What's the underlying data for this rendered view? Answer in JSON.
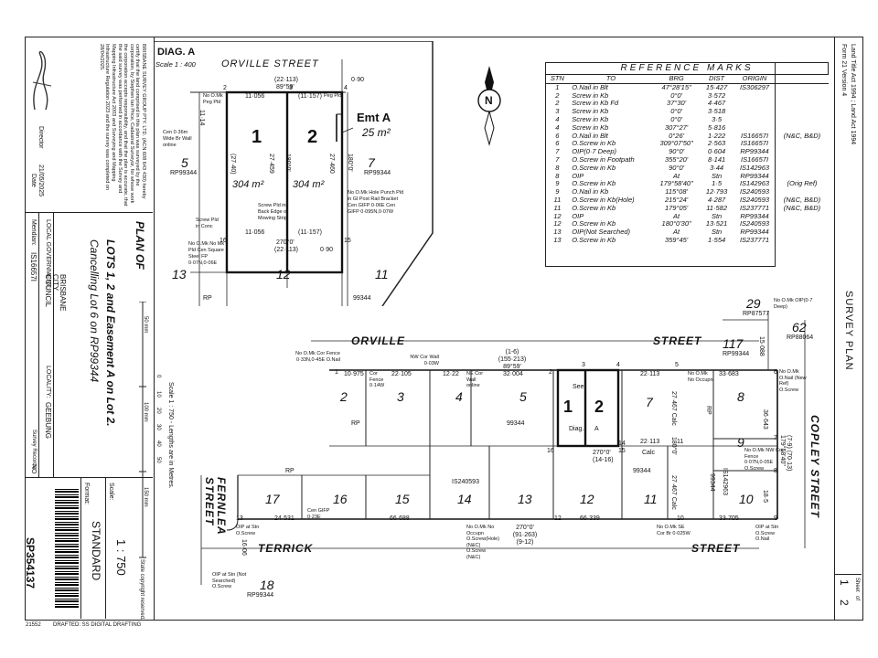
{
  "header_strip": {
    "act": "Land Title Act 1994 ; Land Act 1994",
    "form": "Form 21 Version 4",
    "sheet_label": "Sheet",
    "sheet_of": "of",
    "sheet_no": "1",
    "sheet_total": "2",
    "survey_plan": "SURVEY PLAN"
  },
  "certificate": {
    "text": "BRISBANE SURVEY GROUP PTY. LTD. (ACN 608 643 430) hereby certify that the land comprised in this plan was surveyed by the corporation, by Stephen Ian Price, Cadastral Surveyor, for whose work the corporation accepts responsibility, and that the plan is accurate, that the said survey was performed in accordance with the Survey and Mapping Infrastructure Act 2003 and Surveying and Mapping Infrastructure Regulation 2023 and the survey was completed on 28/04/2025.",
    "director_label": "Director",
    "date": "21/05/2025",
    "date_label": "Date"
  },
  "plan_title": {
    "plan_of": "PLAN OF",
    "lots": "LOTS 1, 2 and Easement A on Lot 2.",
    "cancelling": "Cancelling Lot 6 on RP99344",
    "local_govt_label": "LOCAL GOVERNMENT:",
    "local_govt": "BRISBANE CITY COUNCIL",
    "locality_label": "LOCALITY:",
    "locality": "GEEBUNG",
    "meridian_label": "Meridian:",
    "meridian": "IS16657I",
    "survey_records_label": "Survey Records:",
    "survey_records": "NO",
    "scale_label": "Scale:",
    "scale": "1 : 750",
    "format_label": "Format:",
    "format": "STANDARD",
    "plan_number": "SP354137",
    "copyright": "State copyright reserved.",
    "scale_note": "Scale 1 : 750 - Lengths are in Metres.",
    "footer_code": "21552",
    "drafted": "DRAFTED: SS DIGITAL DRAFTING"
  },
  "diag": {
    "title": "DIAG. A",
    "scale": "Scale 1 : 400",
    "street": "ORVILLE     STREET",
    "lot1": "1",
    "lot2": "2",
    "emt": "Emt A",
    "emt_area": "25 m²",
    "area1": "304 m²",
    "area2": "304 m²",
    "lot5": "5",
    "lot5_rp": "RP99344",
    "lot7": "7",
    "lot7_rp": "RP99344",
    "lot13": "13",
    "lot12": "12",
    "lot11": "11",
    "rp": "RP",
    "rp99344": "99344",
    "top_len": "(22·113)",
    "top_brg": "89°59'",
    "bot_len": "(22·113)",
    "bot_brg": "270°0'",
    "l1_top": "11·056",
    "l2_top": "(11·157)",
    "l1_bot": "11·056",
    "l2_bot": "(11·157)",
    "side1": "27·459",
    "side2": "180°0'",
    "side3": "27·460",
    "side4": "180°0'",
    "pt2": "2",
    "pt3": "3",
    "pt4": "4",
    "pt16": "16",
    "pt15": "15",
    "d090a": "0·90",
    "d090b": "0·90",
    "wall_note": "Cen 0·36m Wide Br Wall online",
    "len_1114": "11·14",
    "nomk_peg": "No O.Mk Peg Pld",
    "peg_pld": "Peg Pld",
    "screw_back": "Screw Pld in Back Edge of Mowing Strip",
    "screw_conc": "Screw Pld in Conc",
    "hole_punch": "No O.Mk Hole Punch Pld in Gl Post Rail Bracket Cen GIFP 0·06E Cen GIFP 0·095N,0·07W",
    "cen_square": "No O.Mk No Mk Pld Cen Square Steel FP 0·07N,0·06E",
    "mid_len": "(27·40)"
  },
  "north": "N",
  "ref_table": {
    "caption": "REFERENCE MARKS",
    "headers": [
      "STN",
      "TO",
      "BRG",
      "DIST",
      "ORIGIN",
      ""
    ],
    "rows": [
      [
        "1",
        "O.Nail in Blt",
        "47°28'15\"",
        "15·427",
        "IS306297",
        ""
      ],
      [
        "2",
        "Screw in Kb",
        "0°0'",
        "3·572",
        "",
        ""
      ],
      [
        "2",
        "Screw in Kb Fd",
        "37°30'",
        "4·467",
        "",
        ""
      ],
      [
        "3",
        "Screw in Kb",
        "0°0'",
        "3·518",
        "",
        ""
      ],
      [
        "4",
        "Screw in Kb",
        "0°0'",
        "3·5",
        "",
        ""
      ],
      [
        "4",
        "Screw in Kb",
        "307°27'",
        "5·816",
        "",
        ""
      ],
      [
        "6",
        "O.Nail in Blt",
        "0°26'",
        "1·222",
        "IS16657I",
        "(N&C, B&D)"
      ],
      [
        "6",
        "O.Screw in Kb",
        "309°07'50\"",
        "2·563",
        "IS16657I",
        ""
      ],
      [
        "7",
        "OIP(0·7 Deep)",
        "90°0'",
        "0·604",
        "RP99344",
        ""
      ],
      [
        "7",
        "O.Screw in Footpath",
        "355°20'",
        "8·141",
        "IS16657I",
        ""
      ],
      [
        "8",
        "O.Screw in Kb",
        "90°0'",
        "3·44",
        "IS142963",
        ""
      ],
      [
        "8",
        "OIP",
        "At",
        "Stn",
        "RP99344",
        ""
      ],
      [
        "9",
        "O.Screw in Kb",
        "179°58'40\"",
        "1·5",
        "IS142963",
        "(Orig Ref)"
      ],
      [
        "9",
        "O.Nail in Kb",
        "115°08'",
        "12·793",
        "IS240593",
        ""
      ],
      [
        "11",
        "O.Screw in Kb(Hole)",
        "215°24'",
        "4·287",
        "IS240593",
        "(N&C, B&D)"
      ],
      [
        "11",
        "O.Screw in Kb",
        "179°05'",
        "11·582",
        "IS237771",
        "(N&C, B&D)"
      ],
      [
        "12",
        "OIP",
        "At",
        "Stn",
        "RP99344",
        ""
      ],
      [
        "12",
        "O.Screw in Kb",
        "180°0'30\"",
        "13·521",
        "IS240593",
        ""
      ],
      [
        "13",
        "OIP(Not Searched)",
        "At",
        "Stn",
        "RP99344",
        ""
      ],
      [
        "13",
        "O.Screw in Kb",
        "359°45'",
        "1·554",
        "IS237771",
        ""
      ]
    ]
  },
  "main": {
    "orville": "ORVILLE",
    "street": "STREET",
    "copley": "COPLEY STREET",
    "fernlea": "FERNLEA STREET",
    "terrick": "TERRICK",
    "street2": "STREET",
    "lots_top": [
      "2",
      "3",
      "4",
      "5",
      "1",
      "2",
      "7",
      "8"
    ],
    "lots_bottom": [
      "17",
      "16",
      "15",
      "14",
      "13",
      "12",
      "11",
      "10"
    ],
    "lot9": "9",
    "lot29": "29",
    "lot29_rp": "RP87577",
    "lot62": "62",
    "lot62_rp": "RP88064",
    "lot117": "117",
    "lot117_rp": "RP99344",
    "lot18": "18",
    "lot18_rp": "RP99344",
    "rp99344": "99344",
    "rp": "RP",
    "is240593": "IS240593",
    "is142963": "IS142963",
    "see": "See",
    "diag": "Diag.",
    "a": "A",
    "top_dims": [
      "10·975",
      "22·105",
      "12·22",
      "32·004",
      "22·113",
      "33·683"
    ],
    "top_brg": "(1-6) (155·213) 89°59'",
    "bot_brg": "270°0' (14-16)",
    "bot_dims": [
      "24·531",
      "66·688",
      "66·339",
      "33·705"
    ],
    "bot_brg2": "270°0' (91·263) (9-12)",
    "side_dims": [
      "27·467 Calc",
      "22·113",
      "180°0'",
      "27·467 Calc",
      "Calc",
      "15·088",
      "36·643",
      "(7-9) (70·13) 179°58'40\"",
      "18·5",
      "15·088"
    ],
    "notes": [
      "No O.Mk Cor Fence 0·33N,0·45E O.Nail",
      "NW Cor Wall 0·03W",
      "Cor Fence 0·14W",
      "NE Cor Wall online",
      "No O.Mk No Occupn",
      "No O.Mk OIP(0·7 Deep)",
      "No O.Mk O.Nail (New Ref) O.Screw",
      "No O.Mk NW Cor Fence 0·07N,0·05E O.Screw",
      "Cen GIFP 0·23E",
      "OIP at Stn O.Screw",
      "OIP at Stn (Not Searched) O.Screw",
      "No O.Mk No Occupn O.Screw(Hole) (N&C) O.Screw (N&C)",
      "No O.Mk SE Cor Br 0·025W",
      "OIP at Stn O.Screw O.Nail",
      "Calc"
    ],
    "stn": [
      "1",
      "2",
      "3",
      "4",
      "5",
      "6",
      "7",
      "8",
      "9",
      "10",
      "11",
      "12",
      "13",
      "14",
      "15",
      "16"
    ],
    "len_1606": "16·06"
  },
  "scalebar": {
    "ticks": [
      "0",
      "10",
      "20",
      "30",
      "40",
      "50"
    ],
    "mm": [
      "50 mm",
      "100 mm",
      "150 mm"
    ]
  }
}
